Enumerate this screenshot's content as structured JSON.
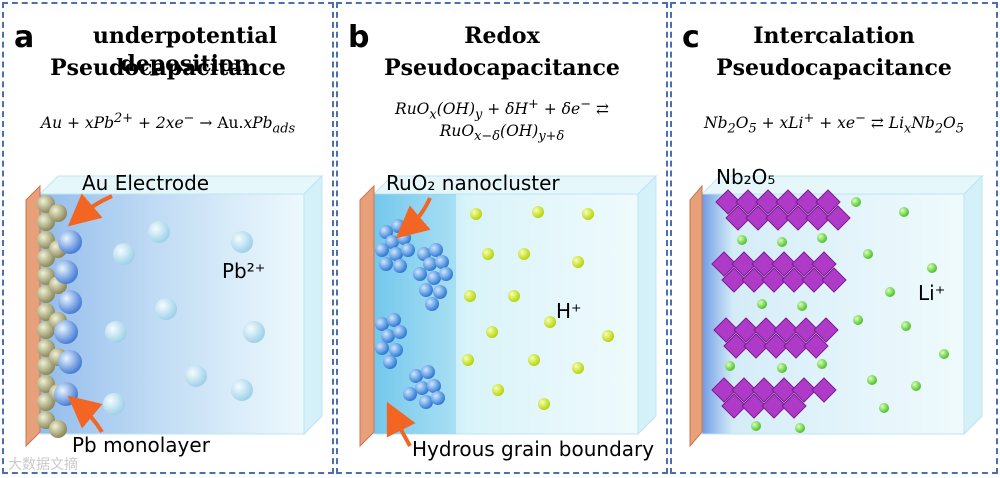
{
  "panels": {
    "a": {
      "letter": "a",
      "title_line1": "underpotential deposition",
      "title_line2": "Pseudocapacitance",
      "equation": "Au + xPb²⁺ + 2xe⁻ → Au.xPb_ads",
      "label_electrode": "Au Electrode",
      "label_ion": "Pb²⁺",
      "label_layer": "Pb monolayer"
    },
    "b": {
      "letter": "b",
      "title_line1": "Redox",
      "title_line2": "Pseudocapacitance",
      "equation_line1": "RuOx(OH)y + δH⁺ + δe⁻ ⇄",
      "equation_line2": "RuOx−δ(OH)y+δ",
      "label_cluster": "RuO₂ nanocluster",
      "label_ion": "H⁺",
      "label_boundary": "Hydrous grain boundary"
    },
    "c": {
      "letter": "c",
      "title_line1": "Intercalation",
      "title_line2": "Pseudocapacitance",
      "equation": "Nb₂O₅ + xLi⁺ + xe⁻ ⇄ LixNb₂O₅",
      "label_material": "Nb₂O₅",
      "label_ion": "Li⁺"
    }
  },
  "colors": {
    "border": "#4a6fb5",
    "electrolyte": "#cdeefb",
    "electrode": "#e8a07a",
    "arrow": "#f26522",
    "pb_ion": "#a9d6ef",
    "ru_cluster": "#3f8fe0",
    "h_ion": "#c8e81a",
    "nb_octahedra": "#b03ac8",
    "li_ion": "#6fd63a"
  },
  "watermark": "大数据文摘"
}
